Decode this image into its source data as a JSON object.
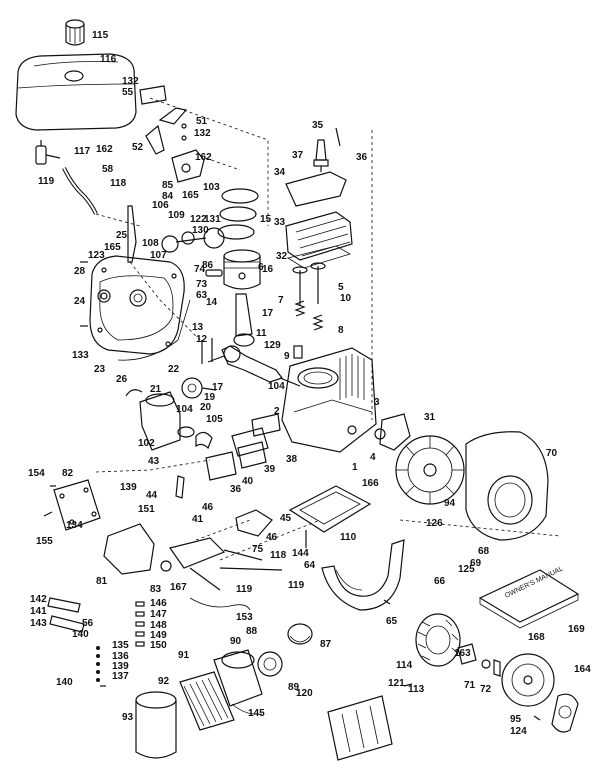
{
  "labels": [
    "115",
    "116",
    "132",
    "55",
    "51",
    "132",
    "52",
    "162",
    "117",
    "119",
    "58",
    "118",
    "162",
    "85",
    "84",
    "103",
    "165",
    "106",
    "109",
    "122",
    "130",
    "108",
    "107",
    "74",
    "73",
    "63",
    "86",
    "25",
    "165",
    "123",
    "28",
    "24",
    "133",
    "23",
    "26",
    "15",
    "131",
    "33",
    "35",
    "37",
    "36",
    "34",
    "32",
    "16",
    "6",
    "5",
    "10",
    "7",
    "8",
    "9",
    "14",
    "13",
    "12",
    "11",
    "129",
    "17",
    "17",
    "104",
    "3",
    "31",
    "19",
    "20",
    "21",
    "22",
    "102",
    "104",
    "105",
    "2",
    "1",
    "4",
    "166",
    "70",
    "94",
    "39",
    "38",
    "40",
    "43",
    "44",
    "41",
    "36",
    "45",
    "46",
    "46",
    "75",
    "110",
    "154",
    "82",
    "155",
    "139",
    "151",
    "134",
    "81",
    "83",
    "167",
    "119",
    "118",
    "119",
    "64",
    "144",
    "65",
    "126",
    "68",
    "69",
    "125",
    "66",
    "142",
    "141",
    "143",
    "56",
    "140",
    "146",
    "147",
    "148",
    "149",
    "150",
    "153",
    "135",
    "136",
    "139",
    "137",
    "140",
    "88",
    "90",
    "87",
    "91",
    "89",
    "92",
    "93",
    "145",
    "120",
    "121",
    "113",
    "114",
    "163",
    "71",
    "72",
    "168",
    "164",
    "95",
    "124",
    "169"
  ],
  "manual_label": "OWNER'S MANUAL"
}
